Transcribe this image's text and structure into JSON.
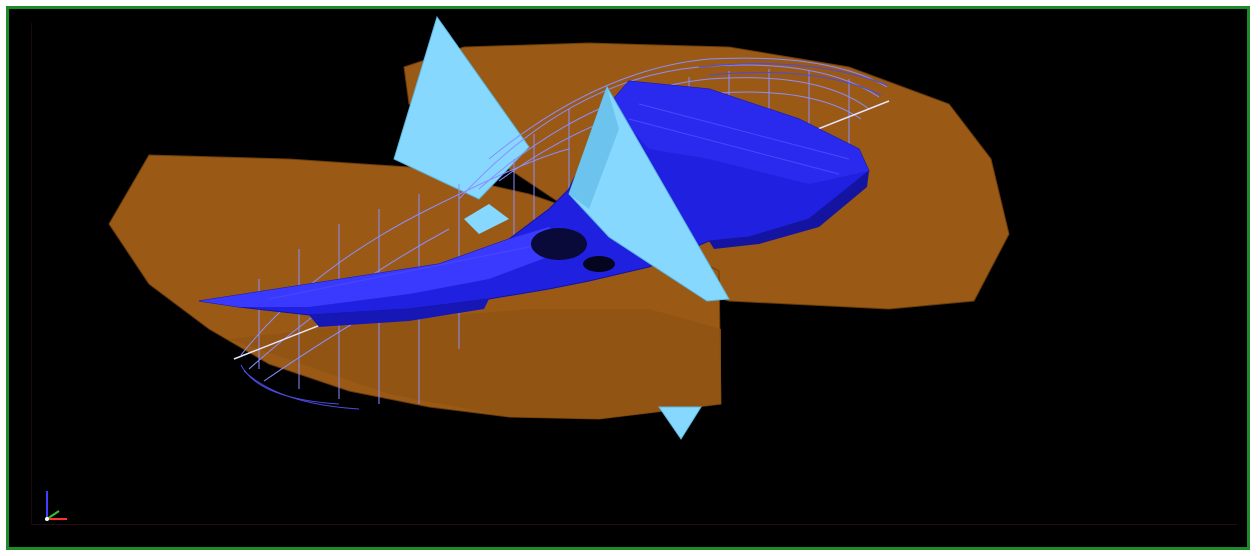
{
  "viewport": {
    "background": "#000000",
    "frame_color": "#1f8a2a"
  },
  "scene": {
    "description_objects": [
      "bottom-disk",
      "top-disk",
      "wing-surface",
      "wireframe-dome",
      "fin-planes"
    ],
    "colors": {
      "disk": "#9a5a15",
      "disk_dark": "#7a450f",
      "wing": "#2020e0",
      "wing_light": "#3c3cff",
      "wing_dark": "#1414a0",
      "fin": "#86d8ff",
      "fin_dark": "#6cc4ee",
      "wire": "#8c8cff",
      "wire_white": "#e6e6ff"
    }
  },
  "axis_triad": {
    "x_color": "#ff3030",
    "y_color": "#30c030",
    "z_color": "#4040ff",
    "icon": "axis-triad-icon"
  }
}
